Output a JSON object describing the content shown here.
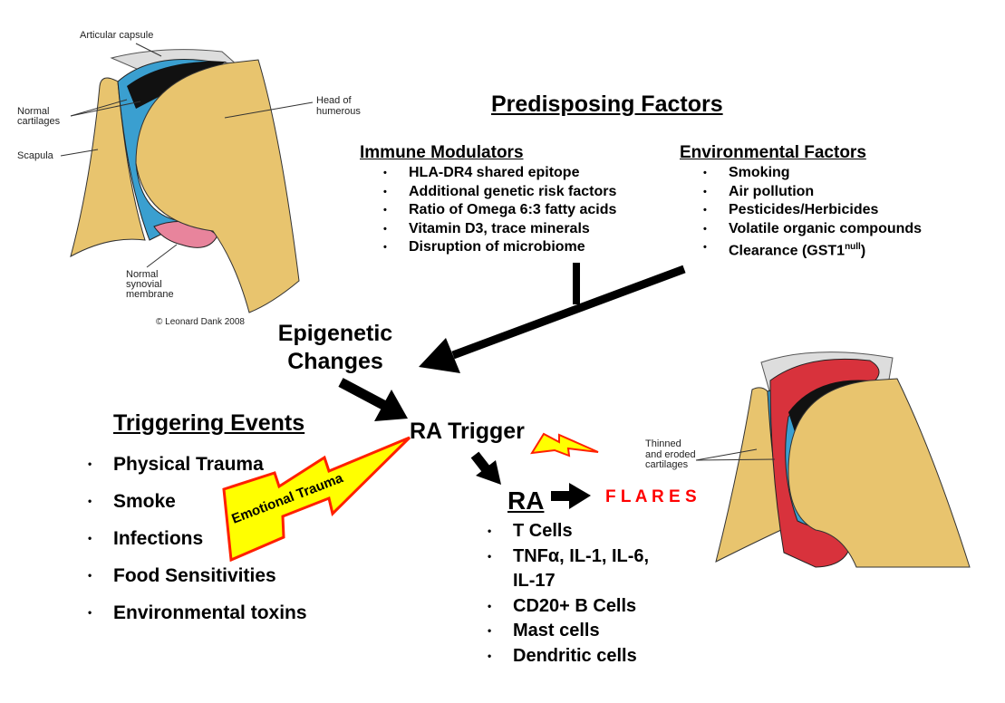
{
  "normal_joint": {
    "labels": {
      "capsule": "Articular capsule",
      "cartilage_1": "Normal",
      "cartilage_2": "cartilages",
      "scapula": "Scapula",
      "head_1": "Head of",
      "head_2": "humerous",
      "synovial_1": "Normal",
      "synovial_2": "synovial",
      "synovial_3": "membrane"
    },
    "copyright": "© Leonard Dank 2008"
  },
  "ra_joint": {
    "labels": {
      "line1": "Thinned",
      "line2": "and eroded",
      "line3": "cartilages"
    }
  },
  "predisposing": {
    "title": "Predisposing Factors",
    "immune": {
      "title": "Immune Modulators",
      "items": [
        "HLA-DR4 shared epitope",
        "Additional genetic risk factors",
        "Ratio of Omega 6:3 fatty acids",
        "Vitamin D3, trace minerals",
        "Disruption of microbiome"
      ]
    },
    "environmental": {
      "title": "Environmental Factors",
      "items": [
        "Smoking",
        "Air pollution",
        "Pesticides/Herbicides",
        "Volatile organic compounds"
      ],
      "clearance": "Clearance (GST1",
      "clearance_sup": "null",
      "clearance_end": ")"
    }
  },
  "epigenetic": {
    "line1": "Epigenetic",
    "line2": "Changes"
  },
  "triggering": {
    "title": "Triggering Events",
    "items": [
      "Physical Trauma",
      "Smoke",
      "Infections",
      "Food Sensitivities",
      "Environmental toxins"
    ]
  },
  "emotional_trauma": "Emotional Trauma",
  "ra_trigger": "RA Trigger",
  "ra": {
    "title": "RA",
    "items": [
      "T Cells",
      "TNFα, IL-1, IL-6,",
      "CD20+ B Cells",
      "Mast cells",
      "Dendritic cells"
    ],
    "item2_cont": "IL-17"
  },
  "flares": "F L A R E S",
  "colors": {
    "bone": "#e8c46e",
    "cartilage": "#3a9fd0",
    "synovium_normal": "#e8849c",
    "synovium_inflamed": "#d8323c",
    "bolt_fill": "#ffff00",
    "bolt_stroke": "#ff2000",
    "flares": "#ff0000"
  }
}
